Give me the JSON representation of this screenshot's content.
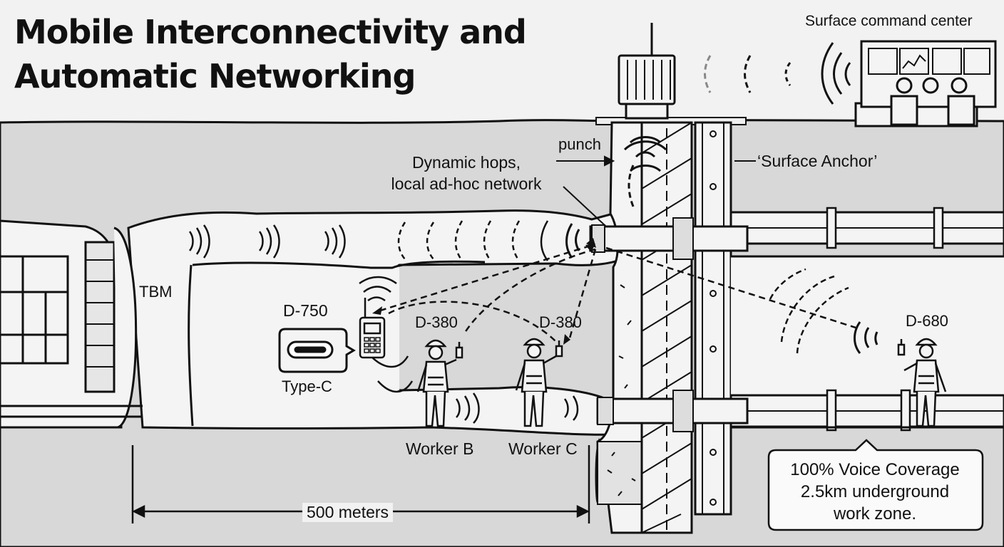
{
  "title": {
    "line1": "Mobile Interconnectivity and",
    "line2": "Automatic Networking"
  },
  "labels": {
    "command_center": "Surface command center",
    "punch": "punch",
    "dynamic_hops_line1": "Dynamic hops,",
    "dynamic_hops_line2": "local ad-hoc network",
    "surface_anchor": "‘Surface Anchor’",
    "tbm": "TBM",
    "d750": "D-750",
    "type_c": "Type-C",
    "d380_b": "D-380",
    "d380_c": "D-380",
    "d680": "D-680",
    "worker_b": "Worker B",
    "worker_c": "Worker C",
    "distance": "500 meters",
    "coverage_line1": "100% Voice Coverage",
    "coverage_line2": "2.5km underground",
    "coverage_line3": "work zone."
  },
  "colors": {
    "ground": "#d6d6d6",
    "tunnel": "#f2f2f2",
    "ink": "#111111",
    "sky": "#f2f2f2"
  }
}
